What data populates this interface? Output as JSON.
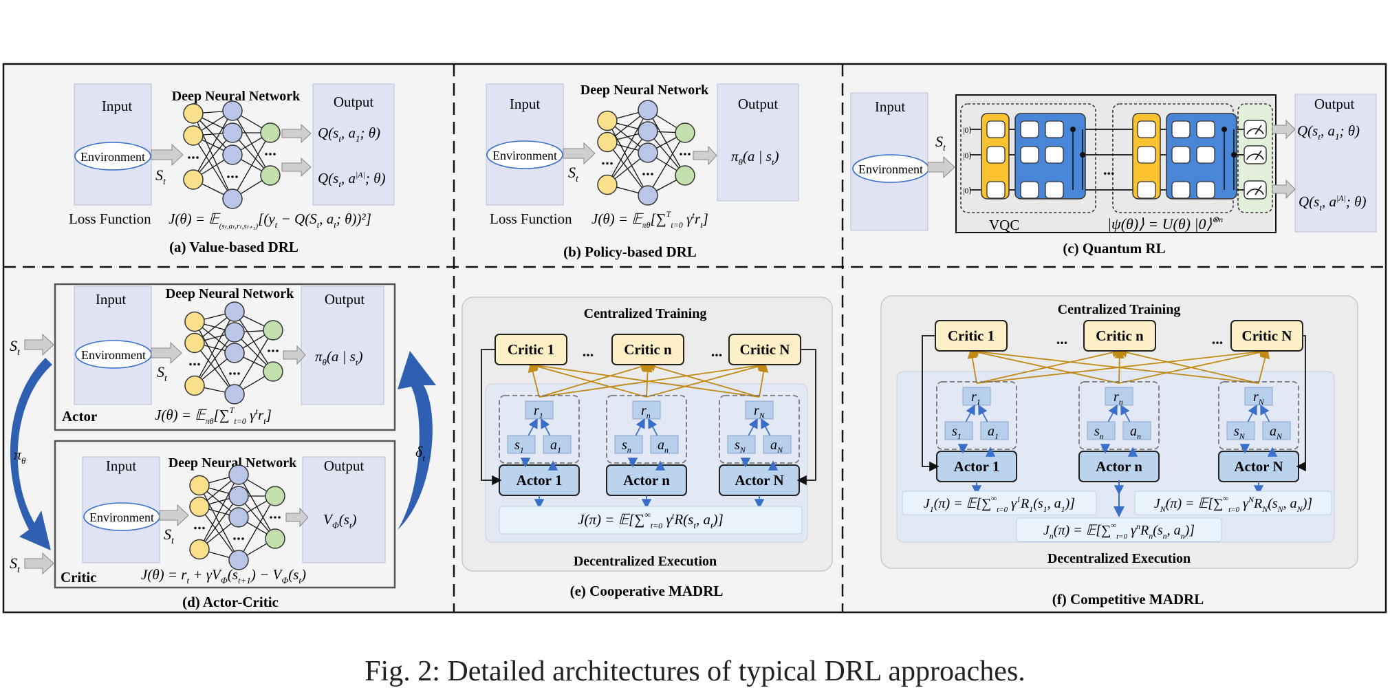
{
  "caption": "Fig. 2: Detailed architectures of typical DRL approaches.",
  "panels": {
    "a": {
      "title": "(a) Value-based DRL",
      "input": "Input",
      "output": "Output",
      "env": "Environment",
      "dnn": "Deep Neural Network",
      "state": "S",
      "state_sub": "t",
      "q1": "Q(s",
      "q1b": ", a",
      "q1c": "; θ)",
      "qA": "Q(s",
      "qAc": "; θ)",
      "loss_label": "Loss Function",
      "loss": "J(θ) = 𝔼(s,a,r,s′)[(y − Q(S,a;θ))²]"
    },
    "b": {
      "title": "(b) Policy-based DRL",
      "input": "Input",
      "output": "Output",
      "env": "Environment",
      "dnn": "Deep Neural Network",
      "state": "S",
      "policy": "π(a | s)",
      "loss_label": "Loss Function",
      "loss": "J(θ) = 𝔼π[∑ γᵗ rₜ]"
    },
    "c": {
      "title": "(c) Quantum RL",
      "input": "Input",
      "output": "Output",
      "env": "Environment",
      "state": "S",
      "q1": "Q(s, a; θ)",
      "qA": "Q(s, a|A|; θ)",
      "vqc": "VQC",
      "psi": "|ψ(θ)⟩ = U(θ)|0⟩⊗n",
      "ket": "|0⟩",
      "dots": "..."
    },
    "d": {
      "title": "(d) Actor-Critic",
      "input": "Input",
      "output": "Output",
      "env": "Environment",
      "dnn": "Deep Neural Network",
      "state": "S",
      "actor": "Actor",
      "critic": "Critic",
      "actor_out": "π(a | s)",
      "critic_out": "V(s)",
      "actor_loss": "J(θ) = 𝔼π[∑ γᵗ rₜ]",
      "critic_loss": "J(θ) = rₜ + γV(sₜ₊₁) − V(sₜ)",
      "pi": "π",
      "delta": "δ"
    },
    "e": {
      "title": "(e) Cooperative MADRL",
      "training": "Centralized Training",
      "execution": "Decentralized Execution",
      "critics": [
        "Critic 1",
        "Critic n",
        "Critic N"
      ],
      "actors": [
        "Actor 1",
        "Actor n",
        "Actor N"
      ],
      "r": [
        "r",
        "r",
        "r"
      ],
      "s": [
        "s",
        "s",
        "s"
      ],
      "a": [
        "a",
        "a",
        "a"
      ],
      "sub": [
        "1",
        "n",
        "N"
      ],
      "dots": "...",
      "objective": "J(π) = 𝔼[∑ γᵗ R(sₜ, aₜ)]"
    },
    "f": {
      "title": "(f) Competitive MADRL",
      "training": "Centralized Training",
      "execution": "Decentralized Execution",
      "critics": [
        "Critic 1",
        "Critic n",
        "Critic N"
      ],
      "actors": [
        "Actor 1",
        "Actor n",
        "Actor N"
      ],
      "sub": [
        "1",
        "n",
        "N"
      ],
      "dots": "...",
      "obj1": "J₁(π) = 𝔼[∑ γᵗ R₁(s₁, a₁)]",
      "objn": "Jₙ(π) = 𝔼[∑ γⁿ Rₙ(sₙ, aₙ)]",
      "objN": "J_N(π) = 𝔼[∑ γᴺ R_N(s_N, a_N)]"
    }
  },
  "colors": {
    "panel_bg": "#f4f4f4",
    "io_box": "#dfe3f3",
    "node_yellow": "#fbe08c",
    "node_blue": "#b9c6e8",
    "node_green": "#c3dfae",
    "critic_fill": "#fdf0c6",
    "actor_fill": "#bcd3ee",
    "qgate_yellow": "#f9c22e",
    "qgate_blue": "#4a86d8",
    "gold_arrow": "#c08a14",
    "blue_arrow": "#3a6fc9"
  }
}
